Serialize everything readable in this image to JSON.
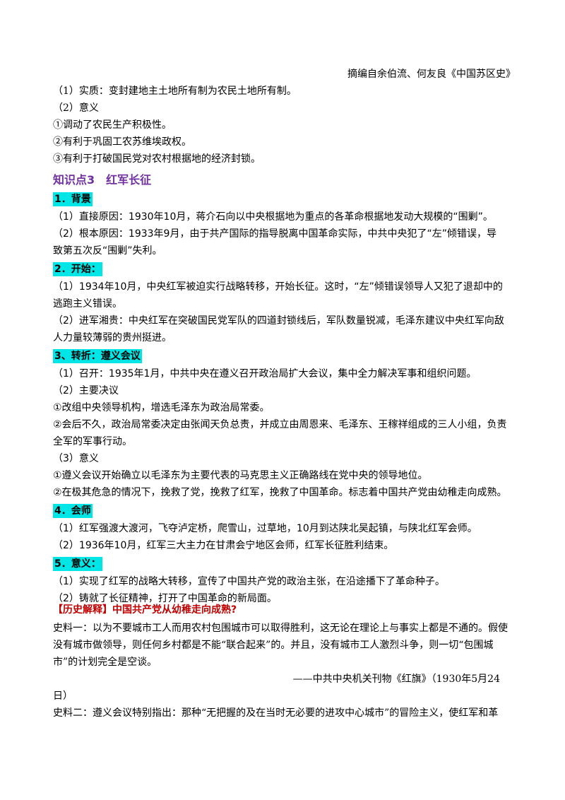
{
  "attribution_top": "摘编自余伯流、何友良《中国苏区史》",
  "intro": {
    "l1": "（1）实质：变封建地主土地所有制为农民土地所有制。",
    "l2": "（2）意义",
    "l3": "①调动了农民生产积极性。",
    "l4": "②有利于巩固工农苏维埃政权。",
    "l5": "③有利于打破国民党对农村根据地的经济封锁。"
  },
  "section_heading": "知识点3　红军长征",
  "s1": {
    "title": "1．背景",
    "l1": "（1）直接原因：1930年10月，蒋介石向以中央根据地为重点的各革命根据地发动大规模的“围剿”。",
    "l2a": "（2）根本原因：1933年9月，由于共产国际的指导脱离中国革命实际，中共中央犯了“左”倾错误，导",
    "l2b": "致第五次反“围剿”失利。"
  },
  "s2": {
    "title": "2．开始：",
    "l1a": "（1）1934年10月，中央红军被迫实行战略转移，开始长征。这时，“左”倾错误领导人又犯了退却中的",
    "l1b": "逃跑主义错误。",
    "l2a": "（2）进军湘贵：中央红军在突破国民党军队的四道封锁线后，军队数量锐减，毛泽东建议中央红军向敌",
    "l2b": "人力量较薄弱的贵州挺进。"
  },
  "s3": {
    "title": "3、转折：遵义会议",
    "l1": "（1）召开：1935年1月，中共中央在遵义召开政治局扩大会议，集中全力解决军事和组织问题。",
    "l2": "（2）主要决议",
    "l3": "①改组中央领导机构，增选毛泽东为政治局常委。",
    "l4a": "②会后不久，政治局常委决定由张闻天负总责，并成立由周恩来、毛泽东、王稼祥组成的三人小组，负责",
    "l4b": "全军的军事行动。",
    "l5": "（3）意义",
    "l6": "①遵义会议开始确立以毛泽东为主要代表的马克思主义正确路线在党中央的领导地位。",
    "l7": "②在极其危急的情况下，挽救了党，挽救了红军，挽救了中国革命。标志着中国共产党由幼稚走向成熟。"
  },
  "s4": {
    "title": "4．会师",
    "l1": "（1）红军强渡大渡河，飞夺泸定桥，爬雪山，过草地，10月到达陕北吴起镇，与陕北红军会师。",
    "l2": "（2）1936年10月，红军三大主力在甘肃会宁地区会师，红军长征胜利结束。"
  },
  "s5": {
    "title": "5．意义：",
    "l1": "（1）实现了红军的战略大转移，宣传了中国共产党的政治主张，在沿途播下了革命种子。",
    "l2": "（2）铸就了长征精神，打开了中国革命的新局面。"
  },
  "history": {
    "bracket": "【历史解释】",
    "question": "中国共产党从幼稚走向成熟?",
    "m1a": "史料一：以为不要城市工人而用农村包围城市可以取得胜利，这无论在理论上与事实上都是不通的。假使",
    "m1b": "没有城市做领导，则任何乡村都是不能“联合起来”的。并且，没有城市工人激烈斗争，则一切“包围城",
    "m1c": "市”的计划完全是空谈。",
    "src1a": "——中共中央机关刊物《红旗》（1930年5月24",
    "src1b": "日）",
    "m2a": "史料二：遵义会议特别指出：那种“无把握的及在当时无必要的进攻中心城市”的冒险主义，使红军和革"
  }
}
